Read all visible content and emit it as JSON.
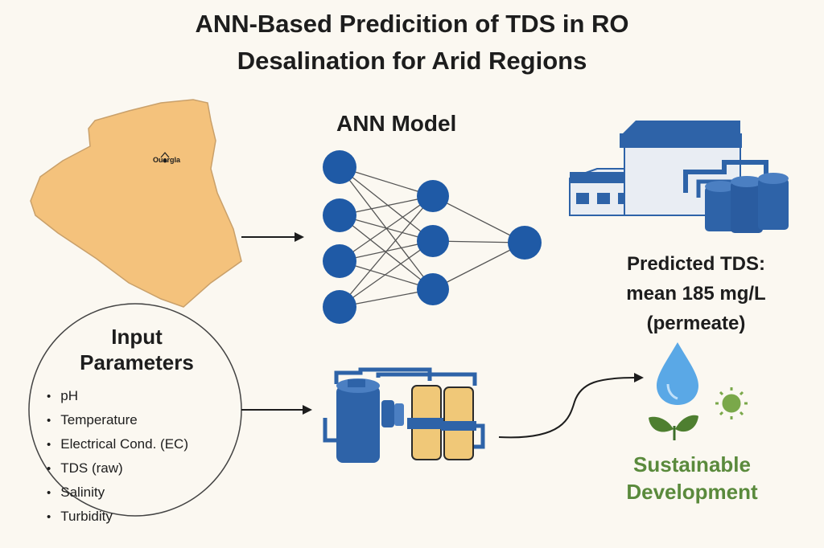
{
  "title": {
    "line1": "ANN-Based Predicition of TDS in RO",
    "line2": "Desalination for Arid Regions"
  },
  "map": {
    "label": "Ouargla",
    "fill_color": "#f4c27c"
  },
  "ann": {
    "title": "ANN Model",
    "node_color": "#1f5aa6",
    "layers": [
      4,
      3,
      1
    ]
  },
  "inputs": {
    "title_line1": "Input",
    "title_line2": "Parameters",
    "items": [
      "pH",
      "Temperature",
      "Electrical Cond. (EC)",
      "TDS (raw)",
      "Salinity",
      "Turbidity"
    ]
  },
  "prediction": {
    "line1": "Predicted TDS:",
    "line2": "mean 185 mg/L",
    "line3": "(permeate)"
  },
  "outcome": {
    "line1": "Sustainable",
    "line2": "Development",
    "color": "#5a8a3c"
  },
  "colors": {
    "plant_blue": "#2e63a8",
    "vessel_yellow": "#f0c878",
    "water_drop": "#5aa8e6",
    "sun_green": "#7aa84a"
  }
}
